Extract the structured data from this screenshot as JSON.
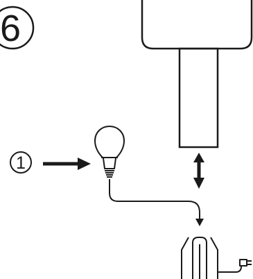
{
  "diagram": {
    "step_number": "6",
    "part_callout": "1",
    "colors": {
      "ink": "#1a1a1a",
      "background": "#ffffff"
    },
    "parts": [
      {
        "name": "lamp-shade",
        "icon": "lamp-shade-icon"
      },
      {
        "name": "lamp-stem",
        "icon": "lamp-stem-icon"
      },
      {
        "name": "light-bulb",
        "icon": "light-bulb-icon"
      },
      {
        "name": "lamp-base-socket",
        "icon": "socket-icon"
      },
      {
        "name": "power-plug",
        "icon": "plug-icon"
      }
    ]
  }
}
